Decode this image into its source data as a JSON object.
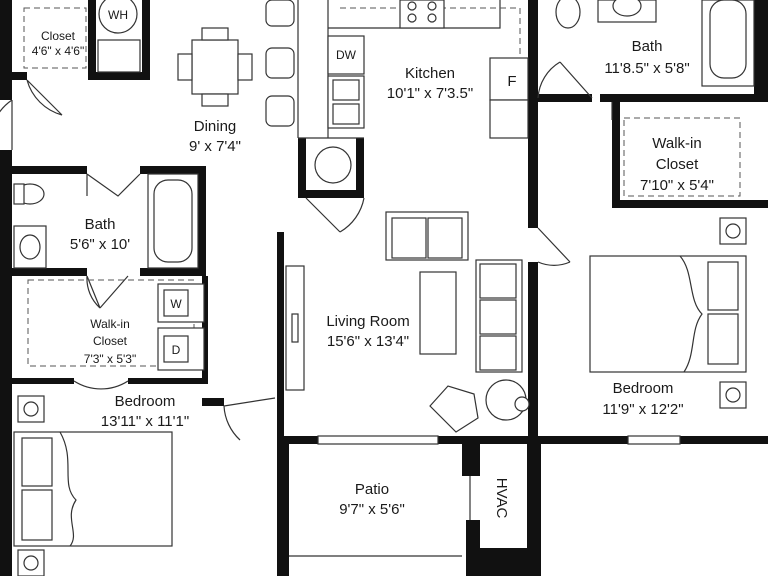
{
  "rooms": {
    "closet": {
      "name": "Closet",
      "dims": "4'6\" x 4'6\""
    },
    "water_heater": {
      "name": "WH"
    },
    "dining": {
      "name": "Dining",
      "dims": "9' x 7'4\""
    },
    "kitchen": {
      "name": "Kitchen",
      "dims": "10'1\" x 7'3.5\""
    },
    "dishwasher": {
      "name": "DW"
    },
    "fridge": {
      "name": "F"
    },
    "bath_master": {
      "name": "Bath",
      "dims": "11'8.5\" x 5'8\""
    },
    "walkin_master": {
      "name": "Walk-in",
      "name2": "Closet",
      "dims": "7'10\" x 5'4\""
    },
    "bath_left": {
      "name": "Bath",
      "dims": "5'6\" x 10'"
    },
    "walkin_left": {
      "name": "Walk-in",
      "name2": "Closet",
      "dims": "7'3\" x 5'3\""
    },
    "washer": {
      "name": "W"
    },
    "dryer": {
      "name": "D"
    },
    "living": {
      "name": "Living Room",
      "dims": "15'6\" x 13'4\""
    },
    "bedroom_master": {
      "name": "Bedroom",
      "dims": "11'9\" x 12'2\""
    },
    "bedroom_left": {
      "name": "Bedroom",
      "dims": "13'11\" x 11'1\""
    },
    "patio": {
      "name": "Patio",
      "dims": "9'7\" x 5'6\""
    },
    "hvac": {
      "name": "HVAC"
    }
  }
}
